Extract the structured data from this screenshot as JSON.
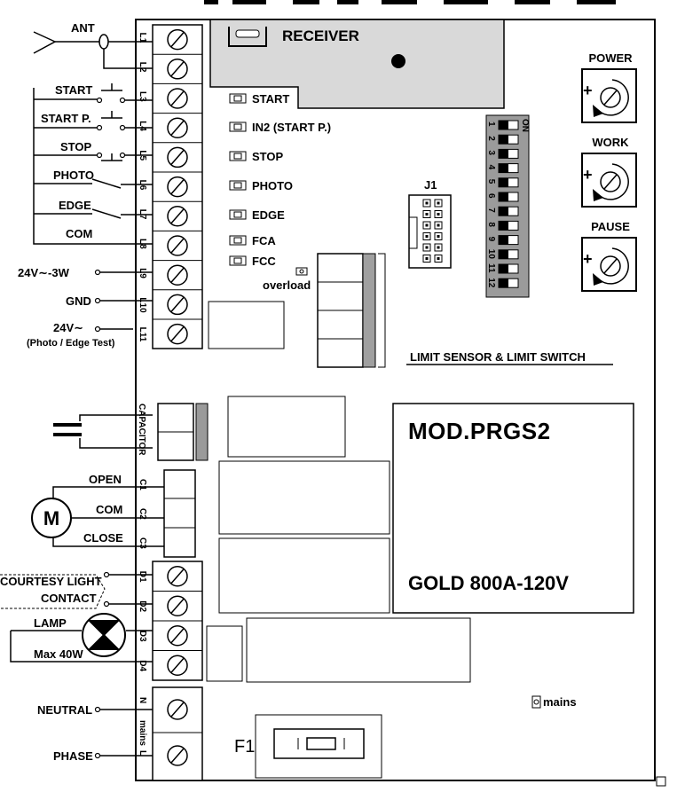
{
  "board": {
    "receiver": "RECEIVER",
    "model": "MOD.PRGS2",
    "version": "GOLD 800A-120V",
    "limit_label": "LIMIT SENSOR & LIMIT SWITCH",
    "j1": "J1",
    "fuse": "F1",
    "mains_led": "mains",
    "capacitor": "CAPACITOR",
    "on": "ON"
  },
  "trimmers": [
    "POWER",
    "WORK",
    "PAUSE"
  ],
  "dip_numbers": [
    "1",
    "2",
    "3",
    "4",
    "5",
    "6",
    "7",
    "8",
    "9",
    "10",
    "11",
    "12"
  ],
  "leds": [
    "START",
    "IN2 (START P.)",
    "STOP",
    "PHOTO",
    "EDGE",
    "FCA",
    "FCC"
  ],
  "overload": "overload",
  "terminals_l": [
    "L1",
    "L2",
    "L3",
    "L4",
    "L5",
    "L6",
    "L7",
    "L8",
    "L9",
    "L10",
    "L11"
  ],
  "terminals_c": [
    "C1",
    "C2",
    "C3"
  ],
  "terminals_d": [
    "D1",
    "D2",
    "D3",
    "D4"
  ],
  "terminals_n": [
    "N",
    "mains",
    "L"
  ],
  "left": {
    "ant": "ANT",
    "start": "START",
    "start_p": "START P.",
    "stop": "STOP",
    "photo": "PHOTO",
    "edge": "EDGE",
    "com": "COM",
    "v24_3w": "24V∼-3W",
    "gnd": "GND",
    "v24": "24V∼",
    "photo_test": "(Photo / Edge Test)",
    "open": "OPEN",
    "motor_com": "COM",
    "close": "CLOSE",
    "motor": "M",
    "courtesy": "COURTESY LIGHT",
    "contact": "CONTACT",
    "lamp": "LAMP",
    "max": "Max 40W",
    "neutral": "NEUTRAL",
    "phase": "PHASE"
  }
}
